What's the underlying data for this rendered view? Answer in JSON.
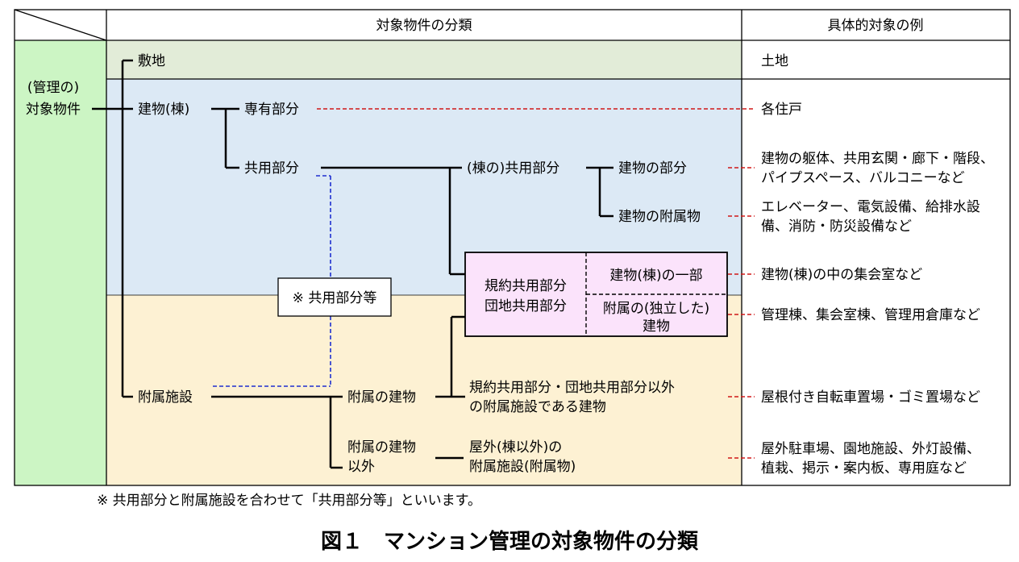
{
  "header": {
    "category_col": "対象物件の分類",
    "examples_col": "具体的対象の例"
  },
  "root_label": [
    "(管理の)",
    "対象物件"
  ],
  "tree": {
    "site": "敷地",
    "building": "建物(棟)",
    "exclusive": "専有部分",
    "common": "共用部分",
    "building_common": "(棟の)共用部分",
    "bldg_part": "建物の部分",
    "bldg_fixture": "建物の附属物",
    "rule_common": [
      "規約共用部分",
      "団地共用部分"
    ],
    "bldg_portion": "建物(棟)の一部",
    "annex_bldg": [
      "附属の(独立した)",
      "建物"
    ],
    "common_etc_box": "※ 共用部分等",
    "attached": "附属施設",
    "attached_bldg": "附属の建物",
    "attached_non_bldg": [
      "附属の建物",
      "以外"
    ],
    "other_attached": [
      "規約共用部分・団地共用部分以外",
      "の附属施設である建物"
    ],
    "outdoor": [
      "屋外(棟以外)の",
      "附属施設(附属物)"
    ]
  },
  "examples": {
    "site": "土地",
    "exclusive": "各住戸",
    "bldg_part": [
      "建物の躯体、共用玄関・廊下・階段、",
      "パイプスペース、バルコニーなど"
    ],
    "bldg_fixture": [
      "エレベーター、電気設備、給排水設",
      "備、消防・防災設備など"
    ],
    "bldg_portion": "建物(棟)の中の集会室など",
    "annex_bldg": "管理棟、集会室棟、管理用倉庫など",
    "other_attached": "屋根付き自転車置場・ゴミ置場など",
    "outdoor": [
      "屋外駐車場、園地施設、外灯設備、",
      "植栽、掲示・案内板、専用庭など"
    ]
  },
  "footnote": "※  共用部分と附属施設を合わせて「共用部分等」といいます。",
  "caption": "図１　マンション管理の対象物件の分類",
  "colors": {
    "root_bg": "#ccf5c4",
    "site_bg": "#e2ecd8",
    "building_bg": "#dce9f5",
    "attached_bg": "#fdf1d3",
    "rule_box_bg": "#fbe3fb",
    "dashed_red": "#d01818",
    "dashed_blue": "#1f2fd0"
  }
}
